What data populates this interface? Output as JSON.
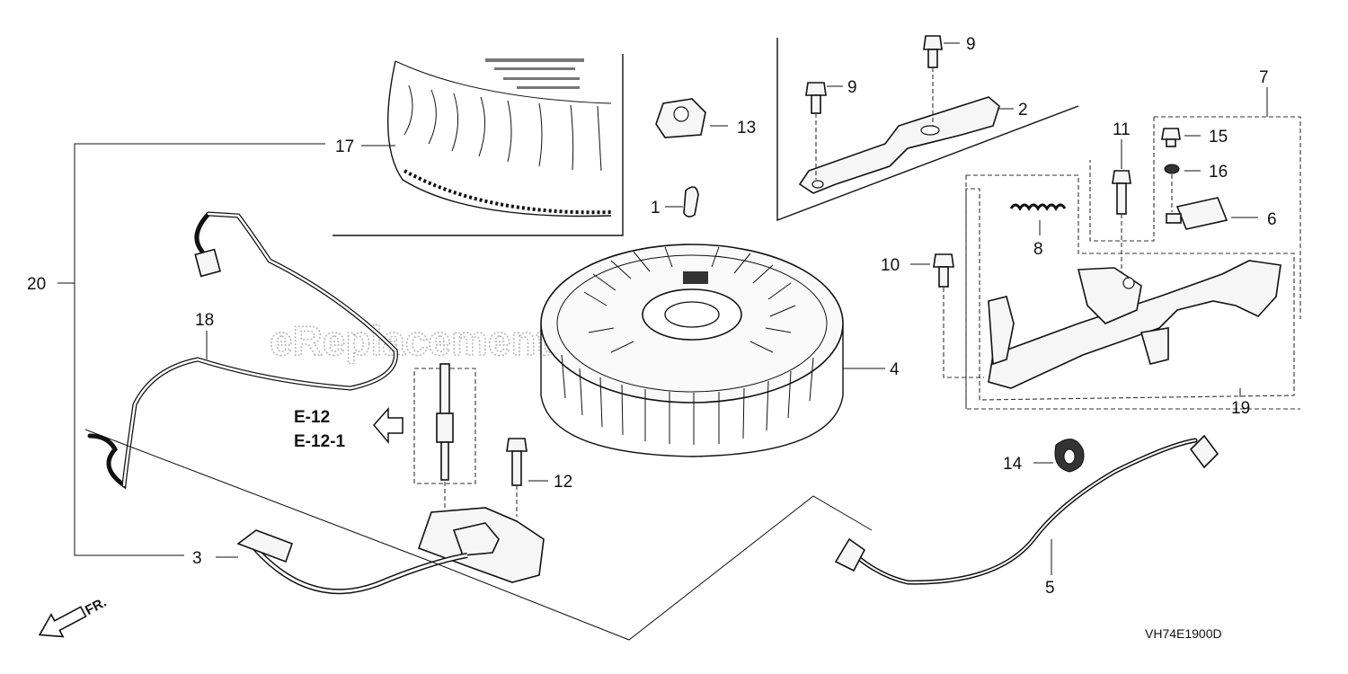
{
  "diagram": {
    "drawing_code": "VH74E1900D",
    "watermark": "eReplacementParts.com",
    "front_marker": "FR.",
    "reference": {
      "line1": "E-12",
      "line2": "E-12-1"
    },
    "callouts": {
      "c1": "1",
      "c2": "2",
      "c3": "3",
      "c4": "4",
      "c5": "5",
      "c6": "6",
      "c7": "7",
      "c8": "8",
      "c9a": "9",
      "c9b": "9",
      "c10": "10",
      "c11": "11",
      "c12": "12",
      "c13": "13",
      "c14": "14",
      "c15": "15",
      "c16": "16",
      "c17": "17",
      "c18": "18",
      "c19": "19",
      "c20": "20"
    }
  }
}
